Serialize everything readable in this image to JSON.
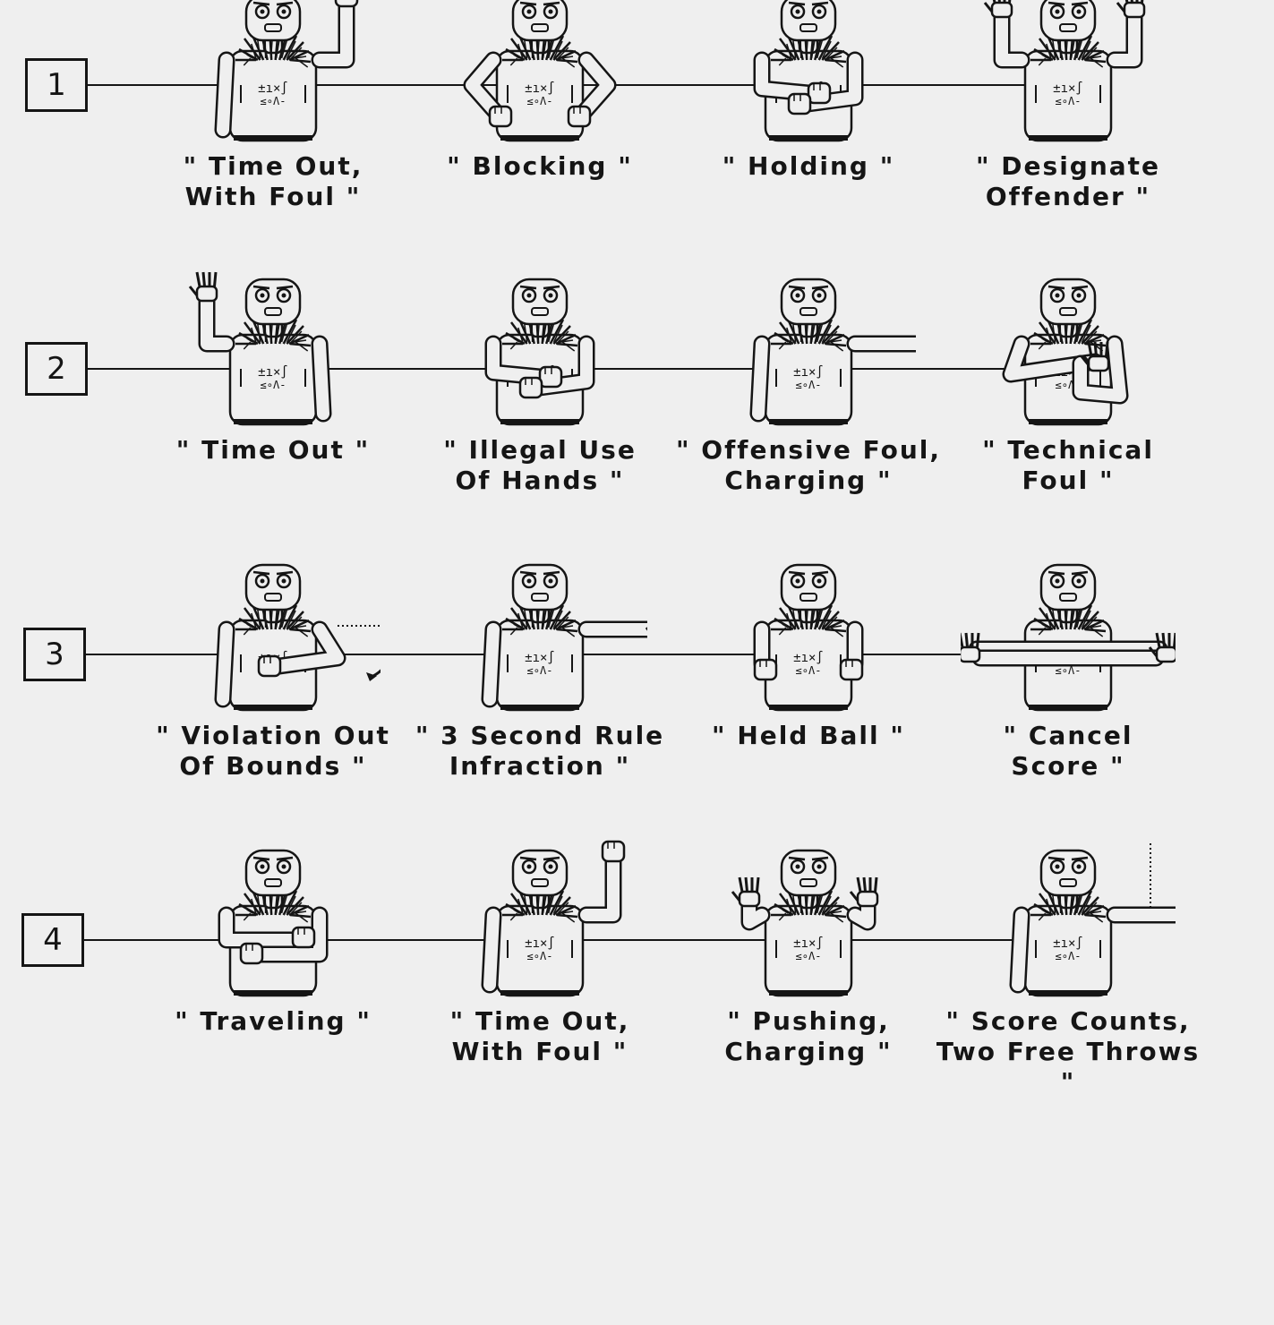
{
  "rows": [
    {
      "number": "1",
      "signals": [
        {
          "caption": "\" Time Out,\nWith Foul \"",
          "pose": "fist-up"
        },
        {
          "caption": "\" Blocking \"",
          "pose": "hands-hips"
        },
        {
          "caption": "\" Holding \"",
          "pose": "grab-wrist"
        },
        {
          "caption": "\" Designate\nOffender \"",
          "pose": "both-up-fingers"
        }
      ]
    },
    {
      "number": "2",
      "signals": [
        {
          "caption": "\" Time Out \"",
          "pose": "open-hand-up"
        },
        {
          "caption": "\" Illegal Use\nOf Hands \"",
          "pose": "grab-wrist"
        },
        {
          "caption": "\" Offensive Foul,\nCharging \"",
          "pose": "arm-out-right"
        },
        {
          "caption": "\" Technical\nFoul \"",
          "pose": "t-sign"
        }
      ]
    },
    {
      "number": "3",
      "signals": [
        {
          "caption": "\" Violation Out\nOf Bounds \"",
          "pose": "point-out"
        },
        {
          "caption": "\" 3 Second Rule\nInfraction \"",
          "pose": "arm-out-fingers"
        },
        {
          "caption": "\" Held Ball \"",
          "pose": "thumbs-up"
        },
        {
          "caption": "\" Cancel\nScore \"",
          "pose": "arms-cross"
        }
      ]
    },
    {
      "number": "4",
      "signals": [
        {
          "caption": "\" Traveling \"",
          "pose": "roll-arms"
        },
        {
          "caption": "\" Time Out,\nWith Foul \"",
          "pose": "fist-up"
        },
        {
          "caption": "\" Pushing,\nCharging \"",
          "pose": "both-hands-up"
        },
        {
          "caption": "\" Score Counts,\nTwo Free Throws \"",
          "pose": "arm-swing"
        }
      ]
    }
  ]
}
